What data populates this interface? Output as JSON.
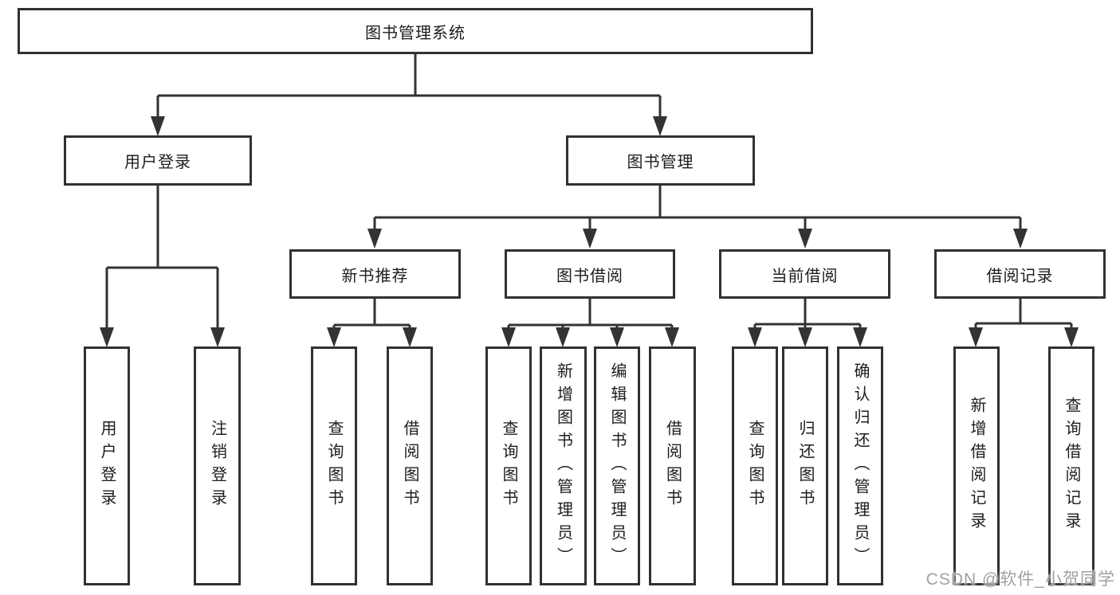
{
  "diagram": {
    "colors": {
      "line": "#333333",
      "border": "#313131",
      "text": "#1d1d1d",
      "watermark": "#989898",
      "background": "#ffffff"
    },
    "tree": {
      "root": {
        "label": "图书管理系统"
      },
      "branches": [
        {
          "label": "用户登录",
          "children": [
            {
              "label": "用户登录"
            },
            {
              "label": "注销登录"
            }
          ]
        },
        {
          "label": "图书管理",
          "children": [
            {
              "label": "新书推荐",
              "children": [
                {
                  "label": "查询图书"
                },
                {
                  "label": "借阅图书"
                }
              ]
            },
            {
              "label": "图书借阅",
              "children": [
                {
                  "label": "查询图书"
                },
                {
                  "label": "新增图书（管理员）"
                },
                {
                  "label": "编辑图书（管理员）"
                },
                {
                  "label": "借阅图书"
                }
              ]
            },
            {
              "label": "当前借阅",
              "children": [
                {
                  "label": "查询图书"
                },
                {
                  "label": "归还图书"
                },
                {
                  "label": "确认归还（管理员）"
                }
              ]
            },
            {
              "label": "借阅记录",
              "children": [
                {
                  "label": "新增借阅记录"
                },
                {
                  "label": "查询借阅记录"
                }
              ]
            }
          ]
        }
      ]
    },
    "watermark": "CSDN @软件_小贺同学"
  }
}
